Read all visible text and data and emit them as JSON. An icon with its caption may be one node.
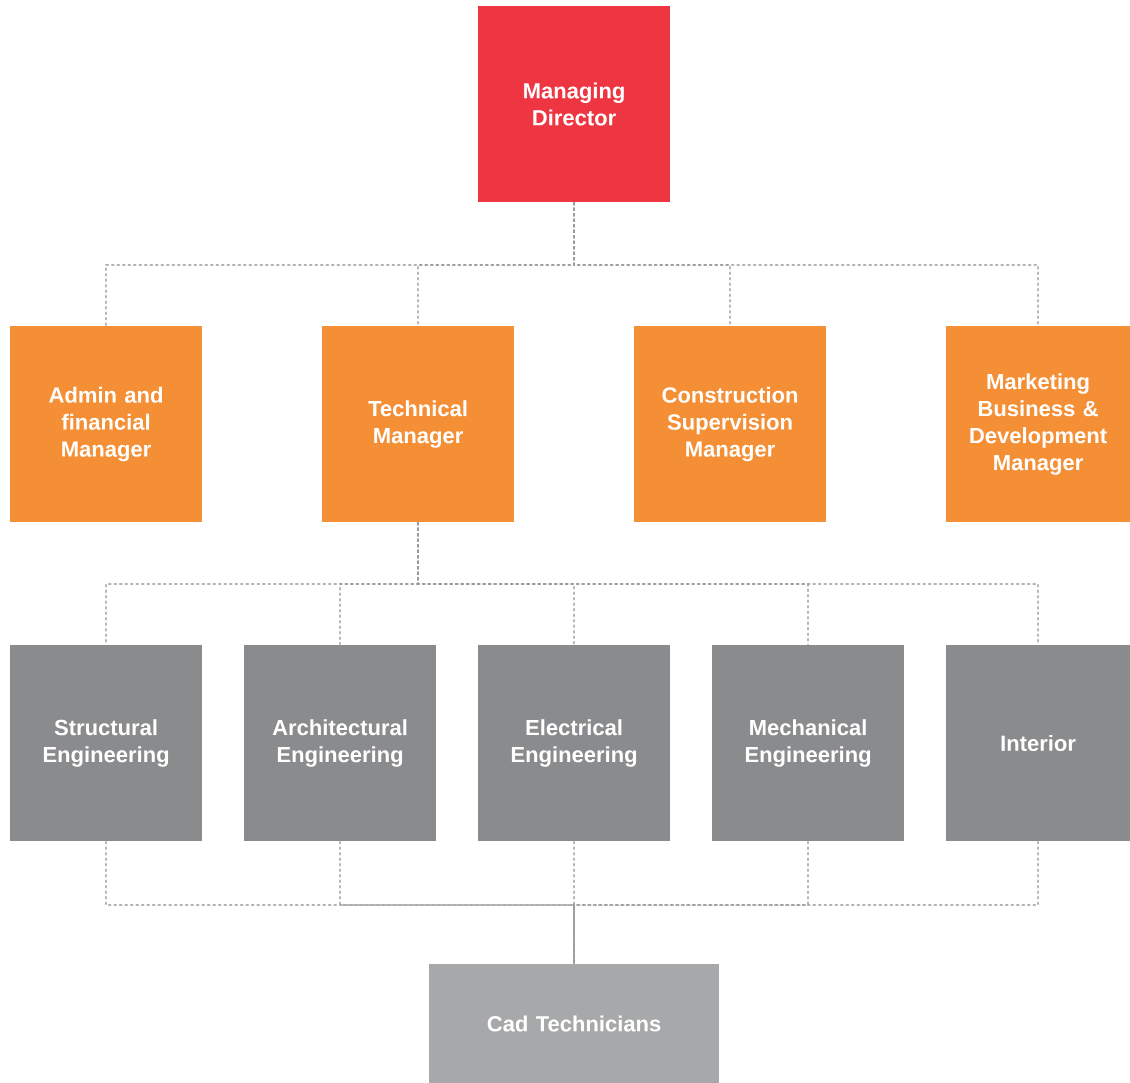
{
  "diagram": {
    "nodes": [
      {
        "text": [
          "Managing Director"
        ]
      },
      {
        "text": [
          "Admin and financial Manager"
        ]
      },
      {
        "text": [
          "Technical Manager"
        ]
      },
      {
        "text": [
          "Construction Supervision Manager"
        ]
      },
      {
        "text": [
          "Marketing Business & Development Manager"
        ]
      },
      {
        "text": [
          "Structural Engineering"
        ]
      },
      {
        "text": [
          "Architectural Engineering"
        ]
      },
      {
        "text": [
          "Electrical Engineering"
        ]
      },
      {
        "text": [
          "Mechanical Engineering"
        ]
      },
      {
        "text": [
          "Interior"
        ]
      },
      {
        "text": [
          "Cad Technicians"
        ]
      }
    ],
    "edges": [
      {
        "from": 0,
        "to": 1,
        "arrow": "none",
        "style": "dashed"
      },
      {
        "from": 0,
        "to": 2,
        "arrow": "none",
        "style": "dashed"
      },
      {
        "from": 0,
        "to": 3,
        "arrow": "none",
        "style": "dashed"
      },
      {
        "from": 0,
        "to": 4,
        "arrow": "none",
        "style": "dashed"
      },
      {
        "from": 2,
        "to": 5,
        "arrow": "none",
        "style": "dashed"
      },
      {
        "from": 2,
        "to": 6,
        "arrow": "none",
        "style": "dashed"
      },
      {
        "from": 2,
        "to": 7,
        "arrow": "none",
        "style": "dashed"
      },
      {
        "from": 2,
        "to": 8,
        "arrow": "none",
        "style": "dashed"
      },
      {
        "from": 2,
        "to": 9,
        "arrow": "none",
        "style": "dashed"
      },
      {
        "from": 5,
        "to": 10,
        "arrow": "none",
        "style": "dashed"
      },
      {
        "from": 6,
        "to": 10,
        "arrow": "none",
        "style": "dashed"
      },
      {
        "from": 7,
        "to": 10,
        "arrow": "none",
        "style": "dashed"
      },
      {
        "from": 8,
        "to": 10,
        "arrow": "none",
        "style": "dashed"
      },
      {
        "from": 9,
        "to": 10,
        "arrow": "none",
        "style": "dashed"
      }
    ]
  }
}
